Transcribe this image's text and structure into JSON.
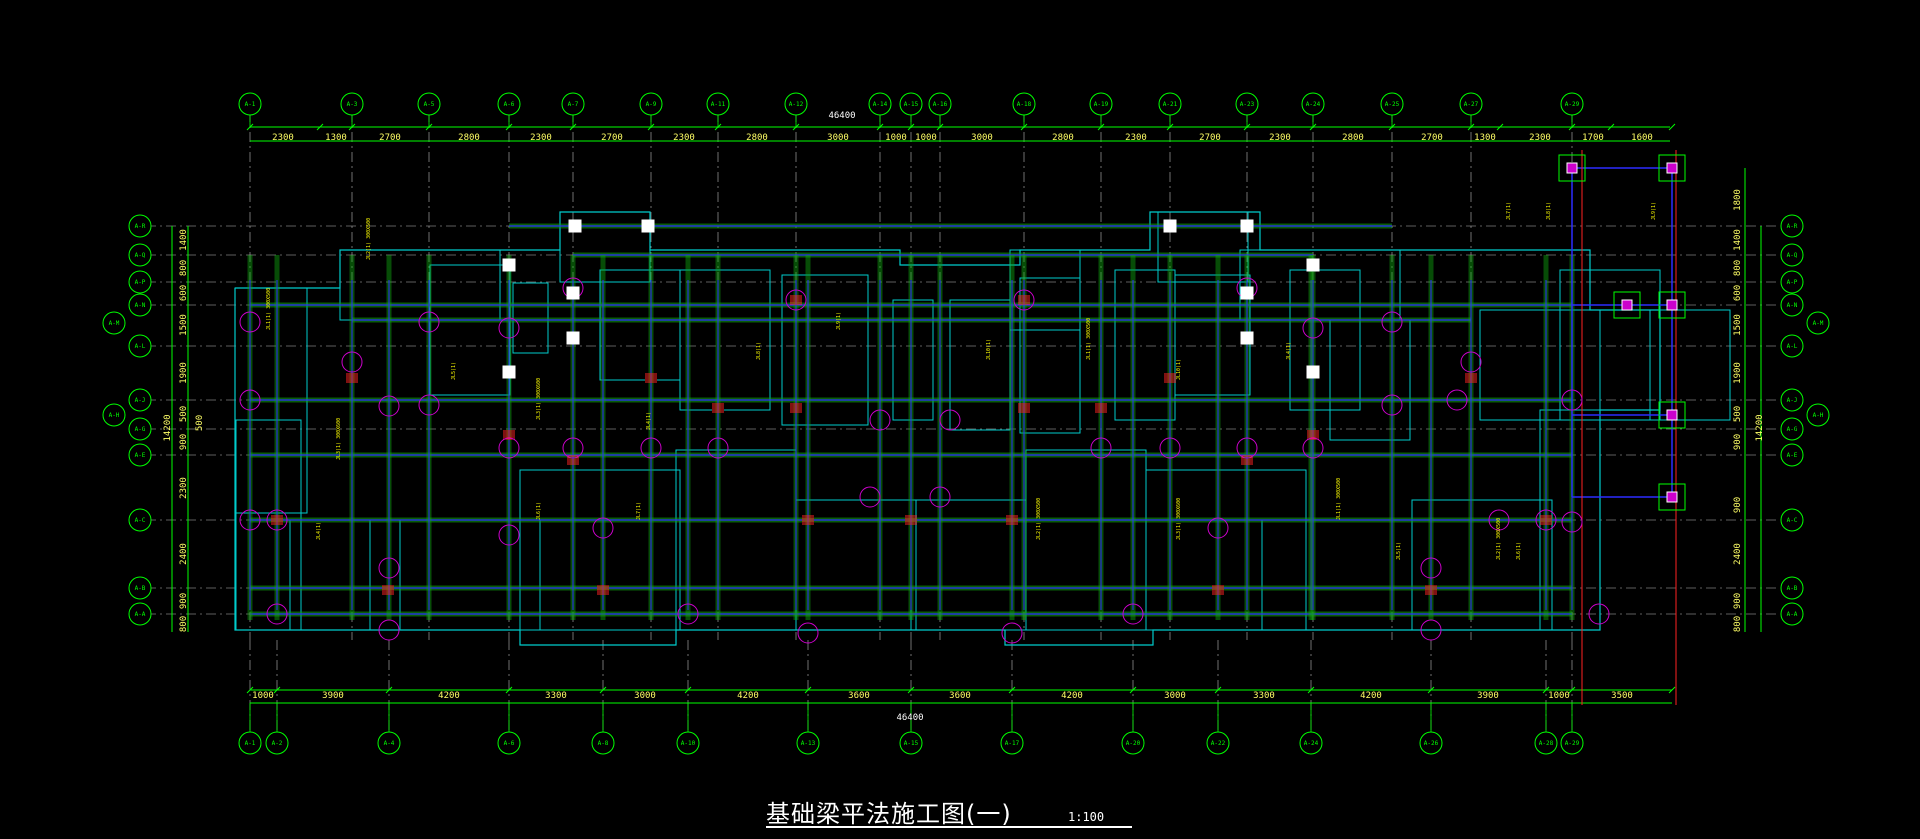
{
  "drawing": {
    "title": "基础梁平法施工图(一)",
    "scale": "1:100",
    "colors": {
      "background": "#000000",
      "axis": "#00ff00",
      "grid": "#bbbbbb",
      "beam": "#2c2cff",
      "column": "#cc00cc",
      "foundation": "#00cccc",
      "wall": "#11aa11",
      "rebar": "#ff2222",
      "text": "#ffff00",
      "total": "#ffffff"
    }
  },
  "top_axes": [
    {
      "id": "t1",
      "label": "A-1"
    },
    {
      "id": "t2",
      "label": "A-3"
    },
    {
      "id": "t3",
      "label": "A-5"
    },
    {
      "id": "t4",
      "label": "A-6"
    },
    {
      "id": "t5",
      "label": "A-7"
    },
    {
      "id": "t6",
      "label": "A-9"
    },
    {
      "id": "t7",
      "label": "A-11"
    },
    {
      "id": "t8",
      "label": "A-12"
    },
    {
      "id": "t9",
      "label": "A-14"
    },
    {
      "id": "t10",
      "label": "A-15"
    },
    {
      "id": "t11",
      "label": "A-16"
    },
    {
      "id": "t12",
      "label": "A-18"
    },
    {
      "id": "t13",
      "label": "A-19"
    },
    {
      "id": "t14",
      "label": "A-21"
    },
    {
      "id": "t15",
      "label": "A-23"
    },
    {
      "id": "t16",
      "label": "A-24"
    },
    {
      "id": "t17",
      "label": "A-25"
    },
    {
      "id": "t18",
      "label": "A-27"
    },
    {
      "id": "t19",
      "label": "A-29"
    }
  ],
  "bottom_axes": [
    {
      "id": "b1",
      "label": "A-1"
    },
    {
      "id": "b2",
      "label": "A-2"
    },
    {
      "id": "b3",
      "label": "A-4"
    },
    {
      "id": "b4",
      "label": "A-6"
    },
    {
      "id": "b5",
      "label": "A-8"
    },
    {
      "id": "b6",
      "label": "A-10"
    },
    {
      "id": "b7",
      "label": "A-13"
    },
    {
      "id": "b8",
      "label": "A-15"
    },
    {
      "id": "b9",
      "label": "A-17"
    },
    {
      "id": "b10",
      "label": "A-20"
    },
    {
      "id": "b11",
      "label": "A-22"
    },
    {
      "id": "b12",
      "label": "A-24"
    },
    {
      "id": "b13",
      "label": "A-26"
    },
    {
      "id": "b14",
      "label": "A-28"
    },
    {
      "id": "b15",
      "label": "A-29"
    }
  ],
  "left_axes": [
    {
      "id": "l1",
      "label": "A-R"
    },
    {
      "id": "l2",
      "label": "A-Q"
    },
    {
      "id": "l3",
      "label": "A-P"
    },
    {
      "id": "l4",
      "label": "A-N"
    },
    {
      "id": "l5",
      "label": "A-L"
    },
    {
      "id": "l6",
      "label": "A-J"
    },
    {
      "id": "l7",
      "label": "A-G"
    },
    {
      "id": "l8",
      "label": "A-E"
    },
    {
      "id": "l9",
      "label": "A-C"
    },
    {
      "id": "l10",
      "label": "A-B"
    },
    {
      "id": "l11",
      "label": "A-A"
    },
    {
      "id": "l12",
      "label": "A-M"
    },
    {
      "id": "l13",
      "label": "A-H"
    }
  ],
  "right_axes": [
    {
      "id": "r1",
      "label": "A-R"
    },
    {
      "id": "r2",
      "label": "A-Q"
    },
    {
      "id": "r3",
      "label": "A-P"
    },
    {
      "id": "r4",
      "label": "A-N"
    },
    {
      "id": "r5",
      "label": "A-L"
    },
    {
      "id": "r6",
      "label": "A-J"
    },
    {
      "id": "r7",
      "label": "A-G"
    },
    {
      "id": "r8",
      "label": "A-E"
    },
    {
      "id": "r9",
      "label": "A-C"
    },
    {
      "id": "r10",
      "label": "A-B"
    },
    {
      "id": "r11",
      "label": "A-A"
    },
    {
      "id": "r12",
      "label": "A-M"
    },
    {
      "id": "r13",
      "label": "A-H"
    }
  ],
  "top_dims": [
    "2300",
    "1300",
    "2700",
    "2800",
    "2300",
    "2700",
    "2300",
    "2800",
    "3000",
    "1000",
    "1000",
    "3000",
    "2800",
    "2300",
    "2700",
    "2300",
    "2800",
    "2700",
    "1300",
    "2300",
    "1700",
    "1600"
  ],
  "top_total": "46400",
  "bottom_dims": [
    "1000",
    "3900",
    "4200",
    "3300",
    "3000",
    "4200",
    "3600",
    "3600",
    "4200",
    "3000",
    "3300",
    "4200",
    "3900",
    "1000",
    "3500"
  ],
  "bottom_total": "46400",
  "left_dims": [
    "1400",
    "800",
    "600",
    "1500",
    "1900",
    "500",
    "900",
    "2300",
    "2400",
    "900",
    "800"
  ],
  "left_total": "14200",
  "left_inner": "500",
  "right_dims": [
    "1800",
    "1400",
    "800",
    "600",
    "1500",
    "1900",
    "500",
    "900",
    "900",
    "2400",
    "900",
    "800"
  ],
  "right_total": "14200",
  "beam_notes": [
    "JL1(1) 300X500",
    "JL2(1) 300X500",
    "JL3(1) 300X600",
    "JL4(1)",
    "JL5(1)",
    "JL6(1)",
    "JL7(1)",
    "JL8(1)",
    "JL9(1)",
    "JL10(1)"
  ]
}
